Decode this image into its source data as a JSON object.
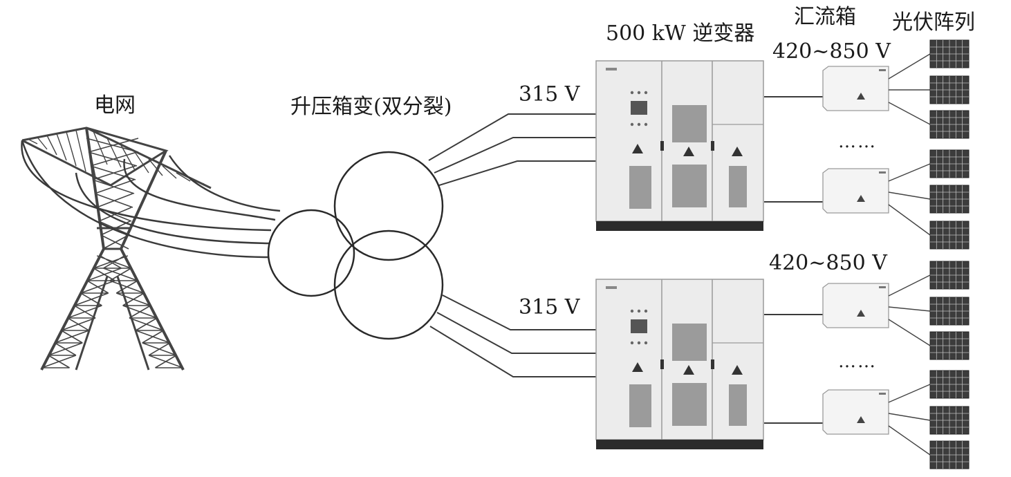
{
  "labels": {
    "grid": "电网",
    "transformer": "升压箱变(双分裂)",
    "inverter": "500 kW 逆变器",
    "combiner": "汇流箱",
    "pv_array": "光伏阵列",
    "ac_voltage_top": "315 V",
    "ac_voltage_bottom": "315 V",
    "dc_voltage_top": "420~850 V",
    "dc_voltage_bottom": "420~850 V",
    "ellipsis_top": "……",
    "ellipsis_bottom": "……"
  },
  "colors": {
    "line": "#3a3a3a",
    "cabinet_body": "#ececec",
    "cabinet_edge": "#9a9a9a",
    "cabinet_base": "#2b2b2b",
    "panel_fill": "#3c3c3c",
    "panel_grid": "#bdbdbd",
    "tower": "#444444"
  },
  "icons": {
    "tower": "transmission-tower-icon",
    "transformer": "double-split-transformer-icon",
    "inverter": "inverter-cabinet-icon",
    "combiner": "combiner-box-icon",
    "panel": "solar-panel-icon"
  }
}
